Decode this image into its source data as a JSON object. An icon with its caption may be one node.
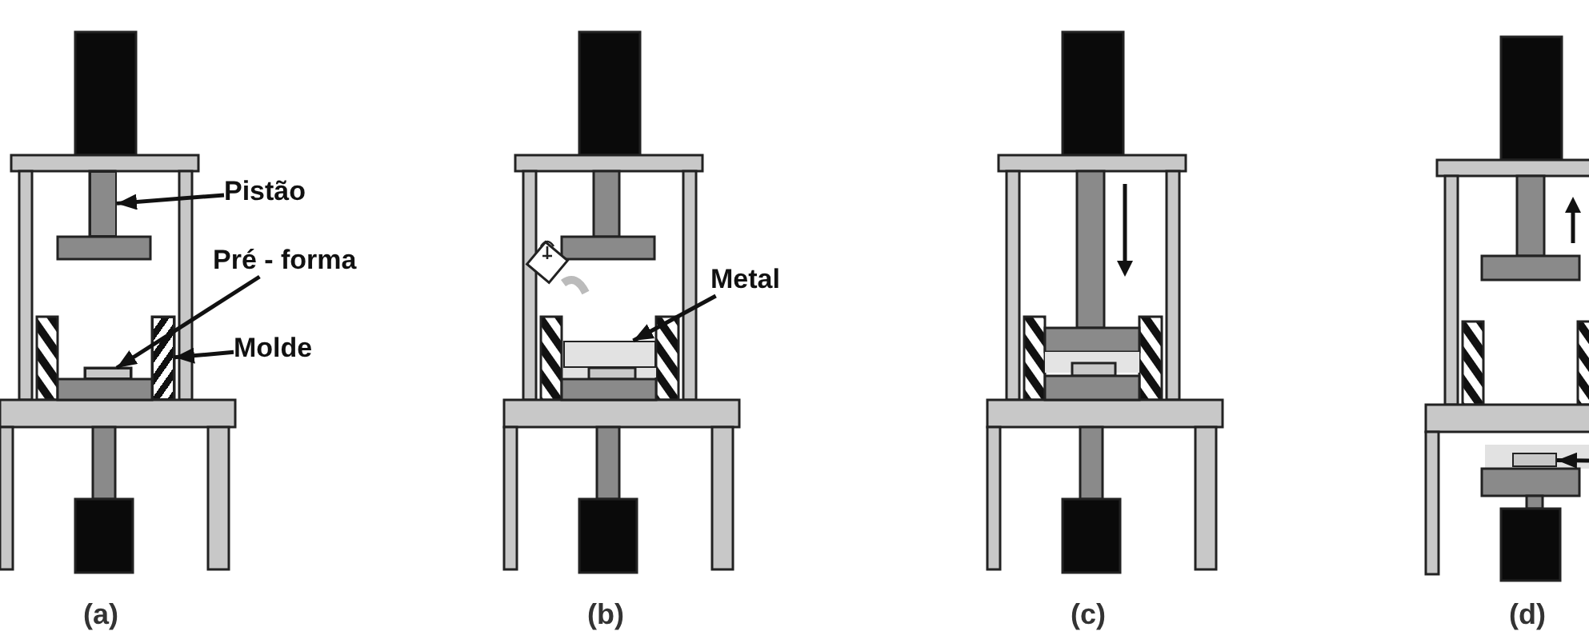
{
  "diagram": {
    "nodes": [
      {
        "text": [
          "Pistão"
        ]
      },
      {
        "text": [],
        "shape": "box"
      },
      {
        "text": [
          "Pré - forma"
        ]
      },
      {
        "text": [],
        "shape": "box"
      },
      {
        "text": [
          "Molde"
        ]
      },
      {
        "text": [],
        "shape": "box"
      },
      {
        "text": [
          "Metal"
        ]
      },
      {
        "text": [],
        "shape": "box"
      },
      {
        "text": [],
        "shape": "box"
      }
    ],
    "edges": [
      {
        "from": 0,
        "to": 1,
        "arrow": "to"
      },
      {
        "from": 2,
        "to": 3,
        "arrow": "to"
      },
      {
        "from": 4,
        "to": 5,
        "arrow": "to"
      },
      {
        "from": 6,
        "to": 7,
        "arrow": "to"
      },
      {
        "from": null,
        "to": 8,
        "arrow": "to"
      }
    ],
    "labels": [
      "(a)",
      "(b)",
      "(c)",
      "(d)"
    ]
  }
}
